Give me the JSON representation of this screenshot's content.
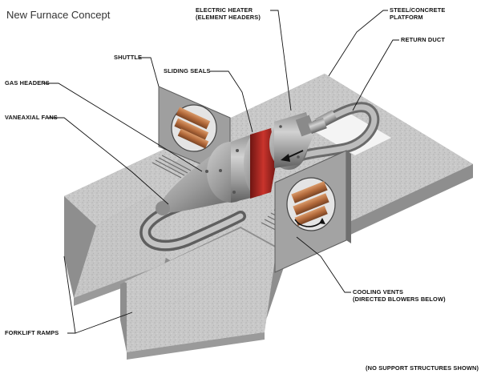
{
  "title": "New Furnace Concept",
  "labels": {
    "electric_heater": [
      "ELECTRIC HEATER",
      "(ELEMENT HEADERS)"
    ],
    "steel_platform": [
      "STEEL/CONCRETE",
      "PLATFORM"
    ],
    "return_duct": "RETURN DUCT",
    "shuttle": "SHUTTLE",
    "sliding_seals": "SLIDING SEALS",
    "gas_headers": "GAS HEADERS",
    "vaneaxial_fans": "VANEAXIAL FANS",
    "cooling_vents": [
      "COOLING VENTS",
      "(DIRECTED BLOWERS BELOW)"
    ],
    "forklift_ramps": "FORKLIFT RAMPS",
    "footnote": "(NO SUPPORT STRUCTURES SHOWN)"
  },
  "colors": {
    "platform": "#c9c9c9",
    "platform_side": "#8e8e8e",
    "metal": "#a2a2a2",
    "seal_red": "#a8201c",
    "element_copper": "#b36a3b"
  }
}
